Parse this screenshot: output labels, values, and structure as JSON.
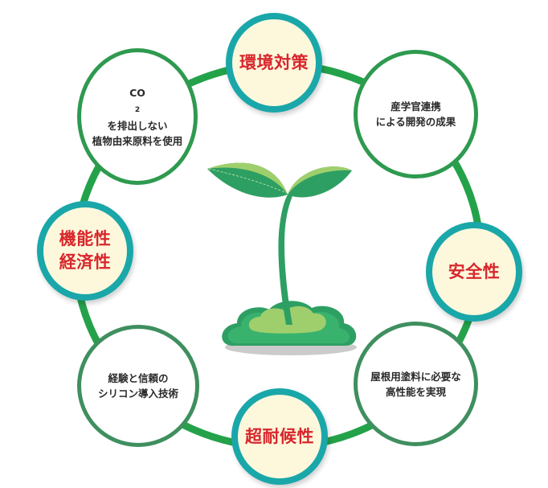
{
  "diagram": {
    "type": "cycle",
    "center_illustration": "sprout-icon",
    "colors": {
      "ring_line": "#24a24a",
      "key_border": "#1aa7a9",
      "key_fill": "#fdf8dc",
      "key_text": "#d8262c",
      "info_border": "#2e9a4f",
      "info_text": "#2a2a2a",
      "sprout_dark": "#2e9f63",
      "sprout_light": "#9fcf6c"
    },
    "key_nodes": {
      "environment": {
        "lines": [
          "環境対策"
        ]
      },
      "safety": {
        "lines": [
          "安全性"
        ]
      },
      "weather_resistance": {
        "lines": [
          "超耐候性"
        ]
      },
      "function_economy": {
        "lines": [
          "機能性",
          "経済性"
        ]
      }
    },
    "info_nodes": {
      "plant_material": {
        "line1_prefix": "CO",
        "line1_sub": "2",
        "line1_suffix": "を排出しない",
        "line2": "植物由来原料を使用"
      },
      "collaboration": {
        "lines": [
          "産学官連携",
          "による開発の成果"
        ]
      },
      "roof_coating": {
        "lines": [
          "屋根用塗料に必要な",
          "高性能を実現"
        ]
      },
      "silicone_tech": {
        "lines": [
          "経験と信頼の",
          "シリコン導入技術"
        ]
      }
    }
  }
}
